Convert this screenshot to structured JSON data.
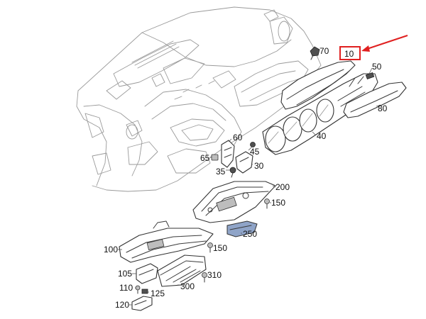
{
  "diagram": {
    "callouts": [
      {
        "id": "c10",
        "label": "10",
        "highlighted": true
      },
      {
        "id": "c70",
        "label": "70"
      },
      {
        "id": "c50",
        "label": "50"
      },
      {
        "id": "c80",
        "label": "80"
      },
      {
        "id": "c40",
        "label": "40"
      },
      {
        "id": "c60",
        "label": "60"
      },
      {
        "id": "c45",
        "label": "45"
      },
      {
        "id": "c65",
        "label": "65"
      },
      {
        "id": "c30",
        "label": "30"
      },
      {
        "id": "c35",
        "label": "35"
      },
      {
        "id": "c200",
        "label": "200"
      },
      {
        "id": "c150a",
        "label": "150"
      },
      {
        "id": "c250",
        "label": "250"
      },
      {
        "id": "c100",
        "label": "100"
      },
      {
        "id": "c150b",
        "label": "150"
      },
      {
        "id": "c105",
        "label": "105"
      },
      {
        "id": "c310",
        "label": "310"
      },
      {
        "id": "c110",
        "label": "110"
      },
      {
        "id": "c300",
        "label": "300"
      },
      {
        "id": "c125",
        "label": "125"
      },
      {
        "id": "c120",
        "label": "120"
      }
    ],
    "highlight_color": "#e02020",
    "accent_part_color": "#8fa4c8"
  }
}
